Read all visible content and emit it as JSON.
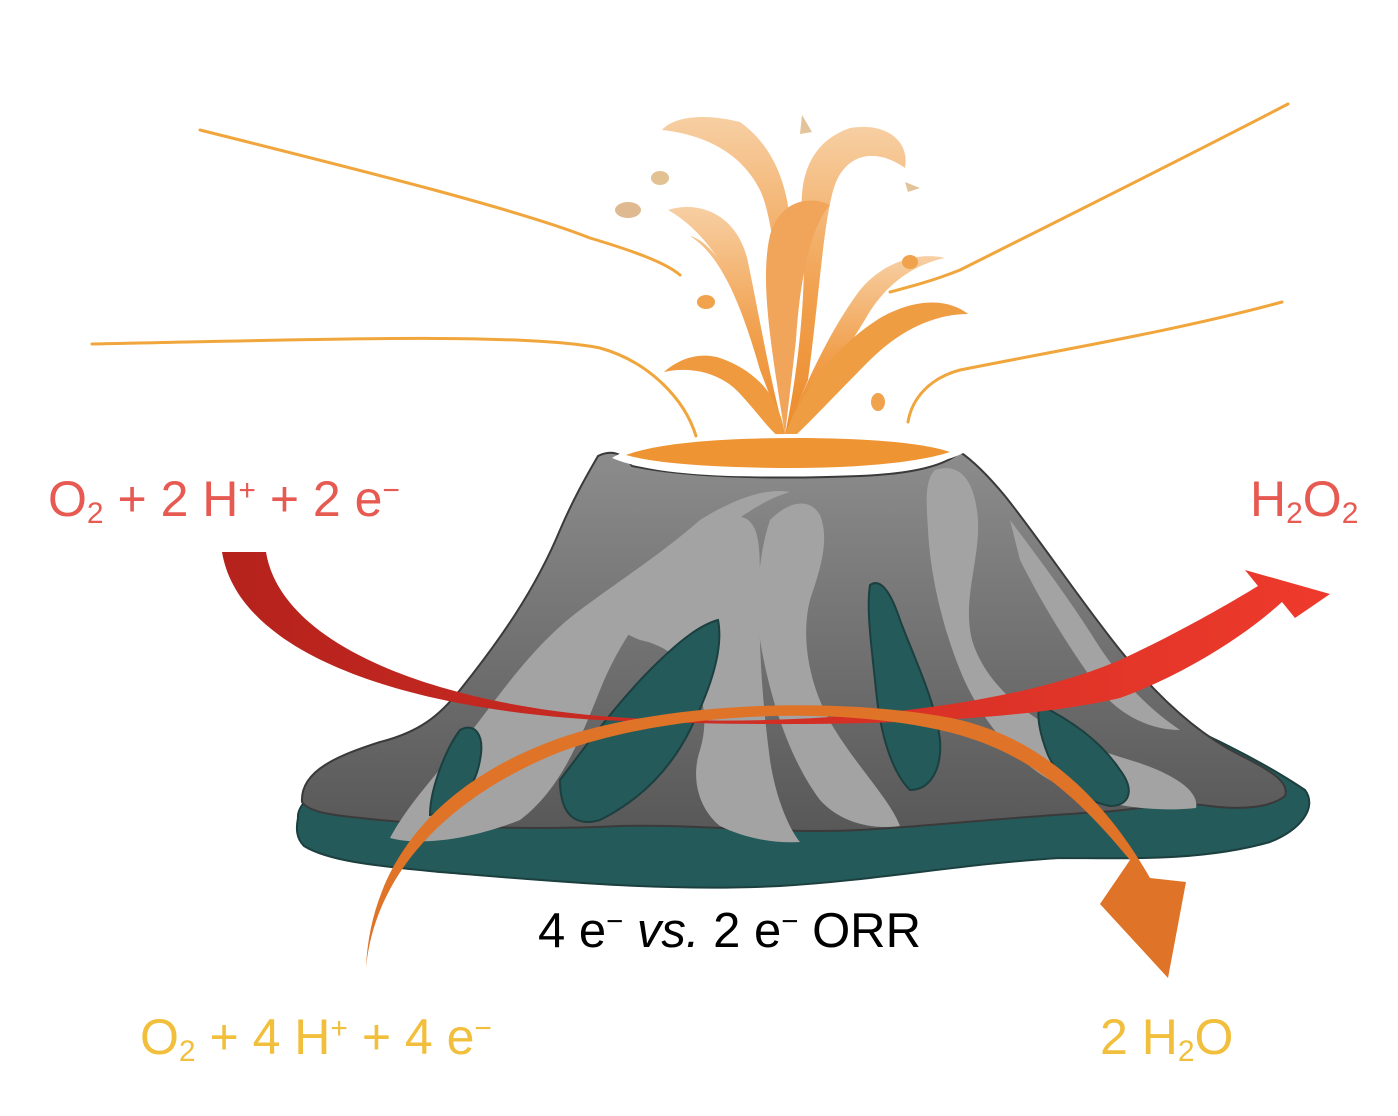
{
  "colors": {
    "red_text": "#e65a52",
    "gold_text": "#f2bf3c",
    "red_arrow": "#e8332a",
    "orange_arrow": "#df7327",
    "lava": "#ef9433",
    "rock_dark": "#5e5e5e",
    "rock_light": "#a3a3a3",
    "base_teal": "#255a5a"
  },
  "icons": [
    "volcano-icon",
    "lava-eruption-icon"
  ],
  "labels": {
    "two_e_reactant": {
      "base1": "O",
      "sub1": "2",
      "mid1": " + 2 H",
      "sup1": "+",
      "mid2": " + 2 e",
      "sup2": "−"
    },
    "two_e_product": {
      "base1": "H",
      "sub1": "2",
      "base2": "O",
      "sub2": "2"
    },
    "center": {
      "pre": "4 e",
      "sup1": "−",
      "space": " ",
      "italic": "vs.",
      "mid": " 2 e",
      "sup2": "−",
      "post": " ORR"
    },
    "four_e_reactant": {
      "base1": "O",
      "sub1": "2",
      "mid1": " + 4 H",
      "sup1": "+",
      "mid2": " + 4 e",
      "sup2": "−"
    },
    "four_e_product": {
      "pre": "2 H",
      "sub1": "2",
      "post": "O"
    }
  }
}
